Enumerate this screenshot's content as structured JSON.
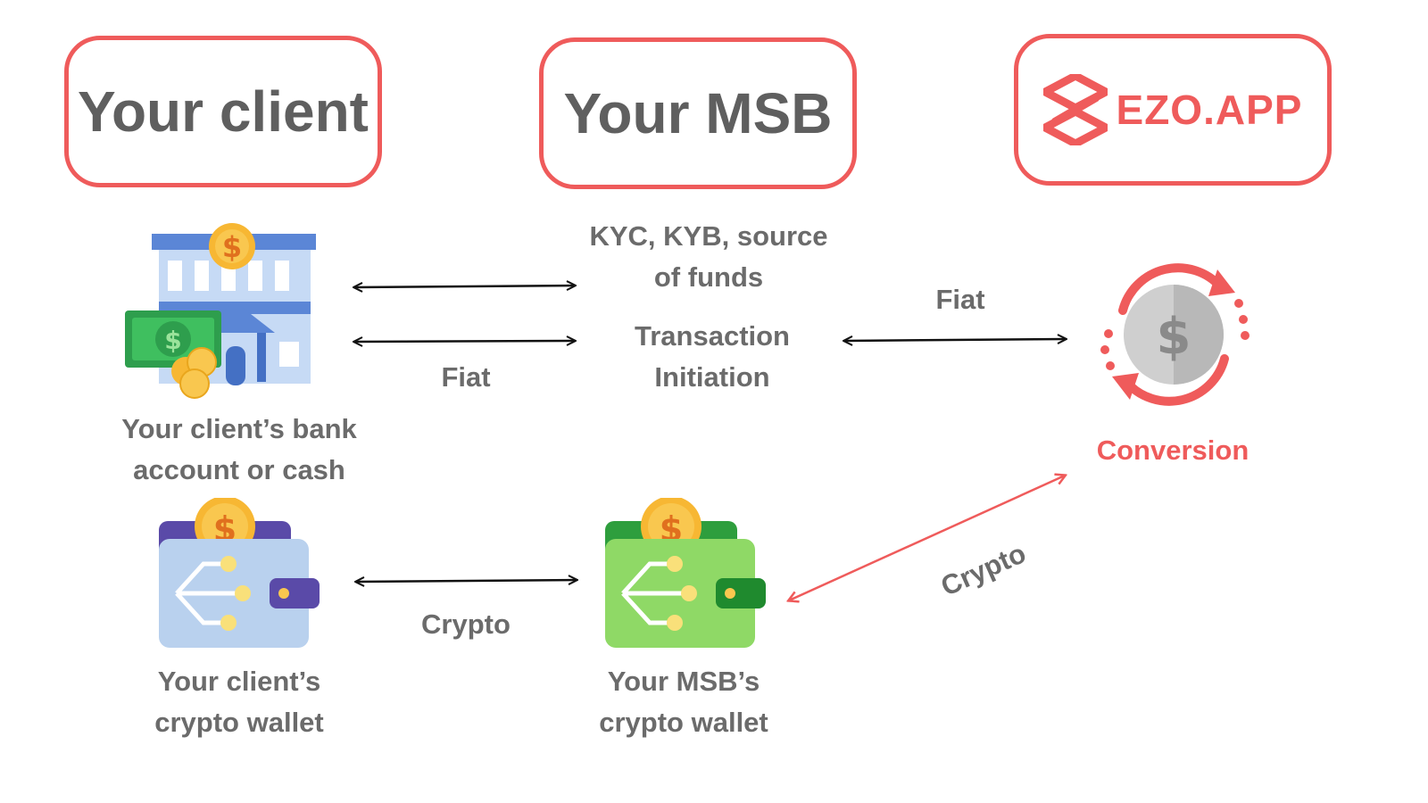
{
  "boxes": {
    "client": "Your client",
    "msb": "Your MSB",
    "ezo": "EZO.APP"
  },
  "labels": {
    "kyc_line1": "KYC, KYB, source",
    "kyc_line2": "of  funds",
    "fiat_left": "Fiat",
    "txn_line1": "Transaction",
    "txn_line2": "Initiation",
    "fiat_right": "Fiat",
    "conversion": "Conversion",
    "bank_line1": "Your client’s bank",
    "bank_line2": "account or cash",
    "crypto_left": "Crypto",
    "crypto_right": "Crypto",
    "client_wallet_line1": "Your client’s",
    "client_wallet_line2": "crypto wallet",
    "msb_wallet_line1": "Your MSB’s",
    "msb_wallet_line2": "crypto wallet"
  },
  "icons": {
    "bank": "bank-with-cash-icon",
    "conversion": "currency-conversion-icon",
    "client_wallet": "blue-crypto-wallet-icon",
    "msb_wallet": "green-crypto-wallet-icon",
    "logo": "ezo-logo-icon"
  },
  "colors": {
    "accent": "#ef5b5b",
    "text": "#666666",
    "arrow": "#111111",
    "wallet_blue": "#b9d1ee",
    "wallet_green": "#8fd966"
  }
}
